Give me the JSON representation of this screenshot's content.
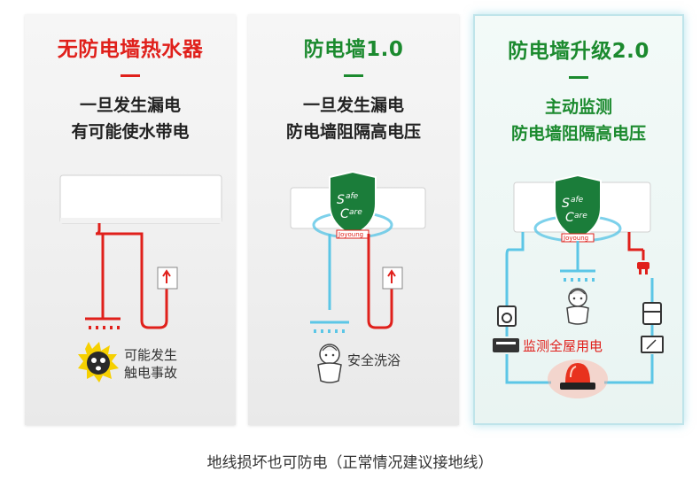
{
  "panels": [
    {
      "title": "无防电墙热水器",
      "title_color": "#e0201b",
      "line1": "一旦发生漏电",
      "line2": "有可能使水带电",
      "label_l1": "可能发生",
      "label_l2": "触电事故"
    },
    {
      "title": "防电墙1.0",
      "title_color": "#1b8a2e",
      "line1": "一旦发生漏电",
      "line2": "防电墙阻隔高电压",
      "label": "安全洗浴"
    },
    {
      "title": "防电墙升级2.0",
      "title_color": "#1b8a2e",
      "line1": "主动监测",
      "line2": "防电墙阻隔高电压",
      "label": "监测全屋用电"
    }
  ],
  "shield": {
    "line1": "afe",
    "line2": "are",
    "brand": "Joyoung"
  },
  "caption": "地线损坏也可防电（正常情况建议接地线）",
  "colors": {
    "red": "#e0201b",
    "green": "#1b8a2e",
    "blue": "#5cc6e6"
  }
}
